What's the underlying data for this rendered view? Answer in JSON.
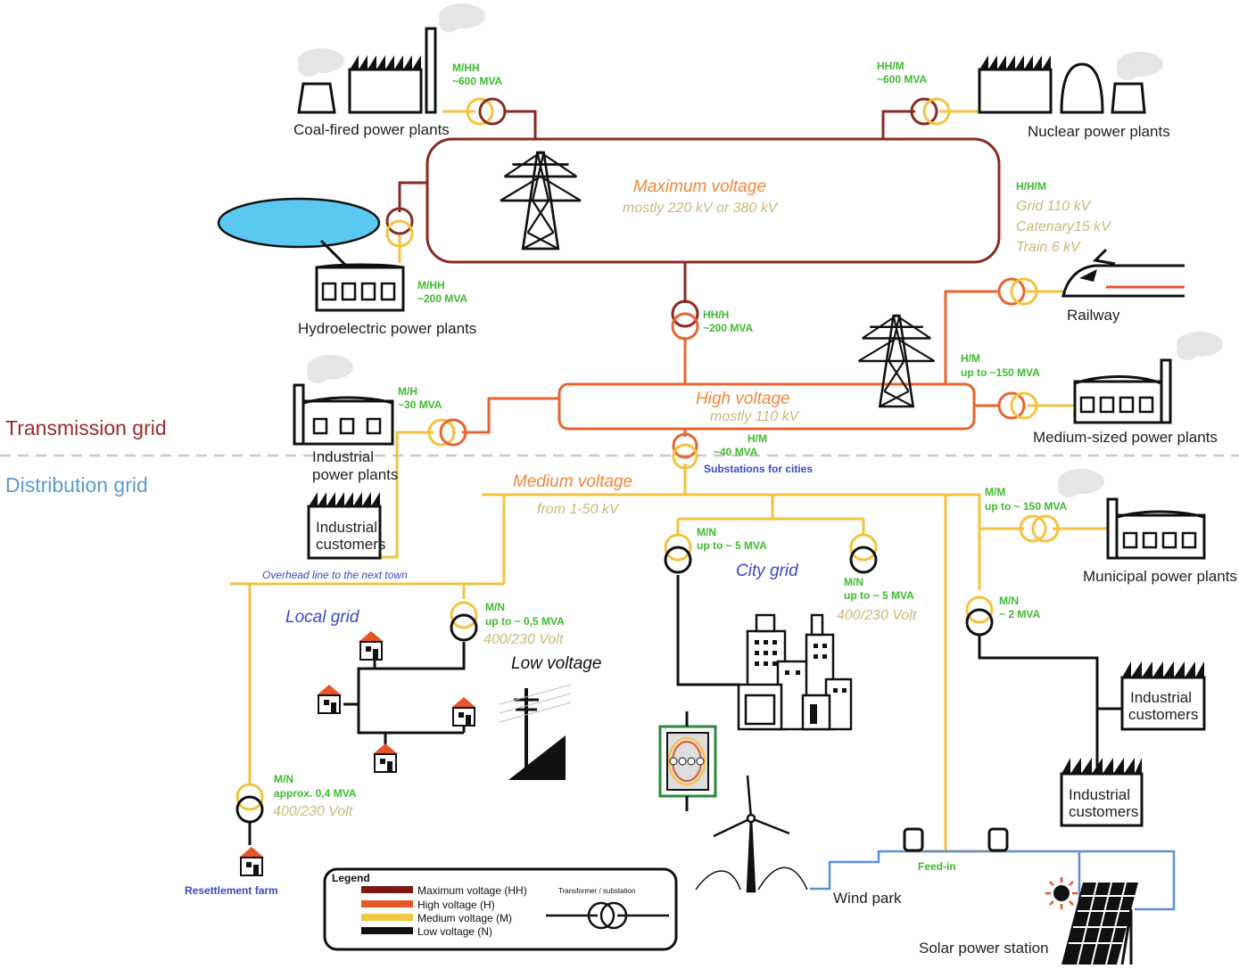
{
  "grid_labels": {
    "transmission": "Transmission grid",
    "distribution": "Distribution grid"
  },
  "voltage_levels": {
    "maximum": {
      "title": "Maximum voltage",
      "range": "mostly 220 kV or 380 kV"
    },
    "high": {
      "title": "High voltage",
      "range": "mostly 110 kV"
    },
    "medium": {
      "title": "Medium voltage",
      "range": "from 1-50 kV"
    },
    "low": {
      "title": "Low voltage"
    }
  },
  "plants": {
    "coal": "Coal-fired power plants",
    "nuclear": "Nuclear power plants",
    "hydro": "Hydroelectric power plants",
    "industrial_plants_1": "Industrial",
    "industrial_plants_2": "power plants",
    "medium_sized": "Medium-sized power plants",
    "municipal": "Municipal power plants",
    "railway": "Railway",
    "wind_park": "Wind park",
    "solar": "Solar power station"
  },
  "customers": {
    "line1": "Industrial",
    "line2": "customers"
  },
  "transformers": {
    "coal": {
      "type": "M/HH",
      "capacity": "~600 MVA"
    },
    "nuclear": {
      "type": "HH/M",
      "capacity": "~600 MVA"
    },
    "hydro": {
      "type": "M/HH",
      "capacity": "~200 MVA"
    },
    "max_high": {
      "type": "HH/H",
      "capacity": "~200 MVA"
    },
    "industrial_plant": {
      "type": "M/H",
      "capacity": "~30 MVA"
    },
    "medium_plant": {
      "type": "H/M",
      "capacity": "up to ~150 MVA"
    },
    "high_medium": {
      "type": "H/M",
      "capacity": "~40 MVA"
    },
    "city_feed": {
      "type": "M/N",
      "capacity": "up to ~ 5 MVA"
    },
    "city_second": {
      "type": "M/N",
      "capacity": "up to ~ 5 MVA",
      "volt": "400/230 Volt"
    },
    "municipal": {
      "type": "M/M",
      "capacity": "up to ~ 150 MVA"
    },
    "industrial_2": {
      "type": "M/N",
      "capacity": "~ 2 MVA"
    },
    "local": {
      "type": "M/N",
      "capacity": "up to ~ 0,5 MVA",
      "volt": "400/230 Volt"
    },
    "farm": {
      "type": "M/N",
      "capacity": "approx. 0,4 MVA",
      "volt": "400/230 Volt"
    }
  },
  "railway_supply": {
    "type": "H/H/M",
    "grid": "Grid 110 kV",
    "catenary": "Catenary15 kV",
    "train": "Train 6 kV"
  },
  "annotations": {
    "substations": "Substations for cities",
    "overhead": "Overhead line to the next town",
    "local_grid": "Local grid",
    "city_grid": "City grid",
    "feed_in": "Feed-in",
    "resettlement": "Resettlement farm"
  },
  "legend": {
    "title": "Legend",
    "items": [
      {
        "label": "Maximum voltage (HH)",
        "color": "#7a1a14"
      },
      {
        "label": "High voltage (H)",
        "color": "#e8542a"
      },
      {
        "label": "Medium voltage (M)",
        "color": "#f5c842"
      },
      {
        "label": "Low voltage (N)",
        "color": "#111111"
      }
    ],
    "transformer_label": "Transformer / substation"
  },
  "colors": {
    "max": "#8b2a22",
    "high": "#e8642e",
    "medium": "#f4c23e",
    "low": "#111111",
    "blue_line": "#5b8fd6",
    "green_text": "#3dbb2e",
    "transmission_text": "#9b2b2b",
    "distribution_text": "#5b9bd5"
  }
}
